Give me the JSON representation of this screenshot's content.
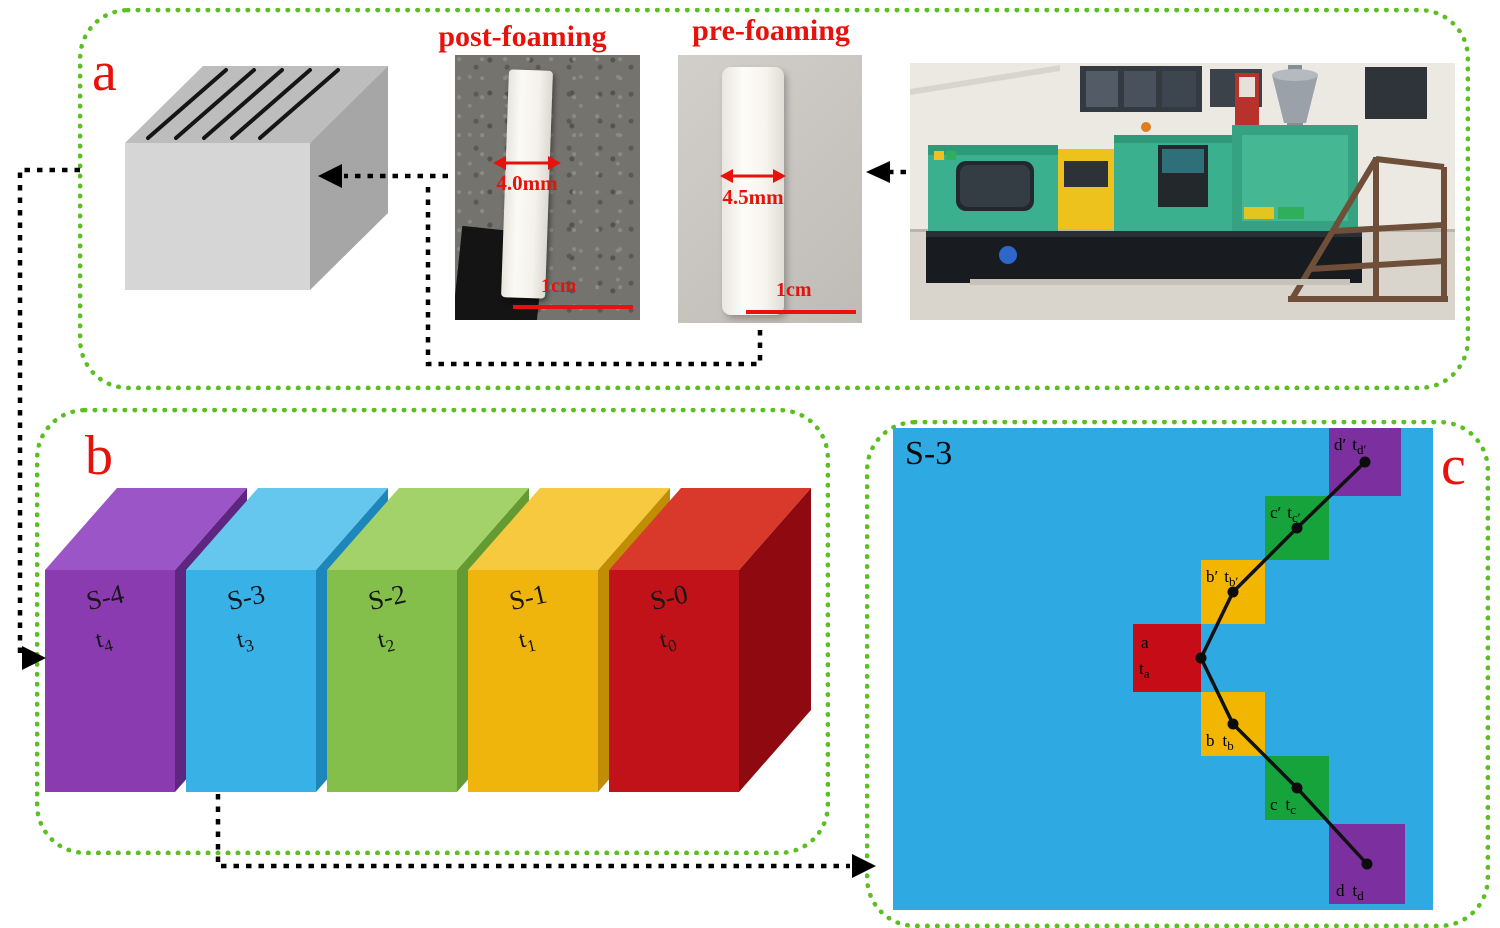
{
  "colors": {
    "panel_border_green": "#5abf20",
    "accent_red": "#e8120c",
    "panel_c_blue": "#2fa9e1",
    "connector_black": "#000000"
  },
  "panel_a": {
    "label": "a",
    "post_foaming": {
      "title": "post-foaming",
      "thickness_label": "4.0mm",
      "scale_label": "1cm"
    },
    "pre_foaming": {
      "title": "pre-foaming",
      "thickness_label": "4.5mm",
      "scale_label": "1cm"
    }
  },
  "panel_b": {
    "label": "b",
    "slabs": [
      {
        "name": "S-4",
        "t": "t",
        "sub": "4",
        "front": "#8a3bb0",
        "top": "#9b55c6",
        "side": "#5e2680"
      },
      {
        "name": "S-3",
        "t": "t",
        "sub": "3",
        "front": "#38b1e6",
        "top": "#65c6ee",
        "side": "#1d86bb"
      },
      {
        "name": "S-2",
        "t": "t",
        "sub": "2",
        "front": "#85bf4b",
        "top": "#a2d269",
        "side": "#639a31"
      },
      {
        "name": "S-1",
        "t": "t",
        "sub": "1",
        "front": "#efb50c",
        "top": "#f6c93e",
        "side": "#c18d04"
      },
      {
        "name": "S-0",
        "t": "t",
        "sub": "0",
        "front": "#c1121a",
        "top": "#d8392b",
        "side": "#8e0a10"
      }
    ]
  },
  "panel_c": {
    "label": "c",
    "title": "S-3",
    "cells": [
      {
        "id": "d-prime",
        "letter": "d′",
        "t": "t",
        "sub": "d′",
        "color": "#7c2f9e"
      },
      {
        "id": "c-prime",
        "letter": "c′",
        "t": "t",
        "sub": "c′",
        "color": "#17a33c"
      },
      {
        "id": "b-prime",
        "letter": "b′",
        "t": "t",
        "sub": "b′",
        "color": "#f2b600"
      },
      {
        "id": "a",
        "letter": "a",
        "t": "t",
        "sub": "a",
        "color": "#c60d17"
      },
      {
        "id": "b",
        "letter": "b",
        "t": "t",
        "sub": "b",
        "color": "#f2b600"
      },
      {
        "id": "c",
        "letter": "c",
        "t": "t",
        "sub": "c",
        "color": "#17a33c"
      },
      {
        "id": "d",
        "letter": "d",
        "t": "t",
        "sub": "d",
        "color": "#7c2f9e"
      }
    ]
  }
}
